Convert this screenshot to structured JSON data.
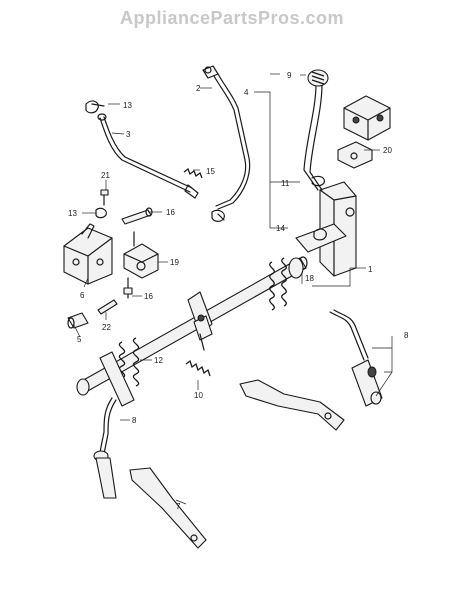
{
  "header": {
    "watermark": "AppliancePartsPros.com"
  },
  "callouts": {
    "c1": "1",
    "c2": "2",
    "c3": "3",
    "c4": "4",
    "c5": "5",
    "c6": "6",
    "c7": "7",
    "c8a": "8",
    "c8b": "8",
    "c9": "9",
    "c10": "10",
    "c11": "11",
    "c12": "12",
    "c13a": "13",
    "c13b": "13",
    "c14": "14",
    "c15": "15",
    "c16a": "16",
    "c16b": "16",
    "c18": "18",
    "c19": "19",
    "c20": "20",
    "c21": "21",
    "c22": "22"
  }
}
